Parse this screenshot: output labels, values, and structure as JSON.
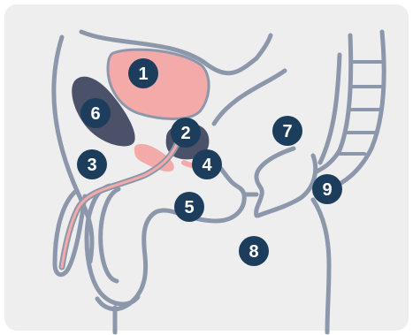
{
  "colors": {
    "background": "#eeeeee",
    "outline": "#8d97ab",
    "organ_pink": "#f4aaa8",
    "dark_organ": "#4a5169",
    "marker": "#1c3e5c",
    "marker_text": "#ffffff"
  },
  "markers": [
    {
      "id": "1",
      "label": "1"
    },
    {
      "id": "2",
      "label": "2"
    },
    {
      "id": "3",
      "label": "3"
    },
    {
      "id": "4",
      "label": "4"
    },
    {
      "id": "5",
      "label": "5"
    },
    {
      "id": "6",
      "label": "6"
    },
    {
      "id": "7",
      "label": "7"
    },
    {
      "id": "8",
      "label": "8"
    },
    {
      "id": "9",
      "label": "9"
    }
  ]
}
